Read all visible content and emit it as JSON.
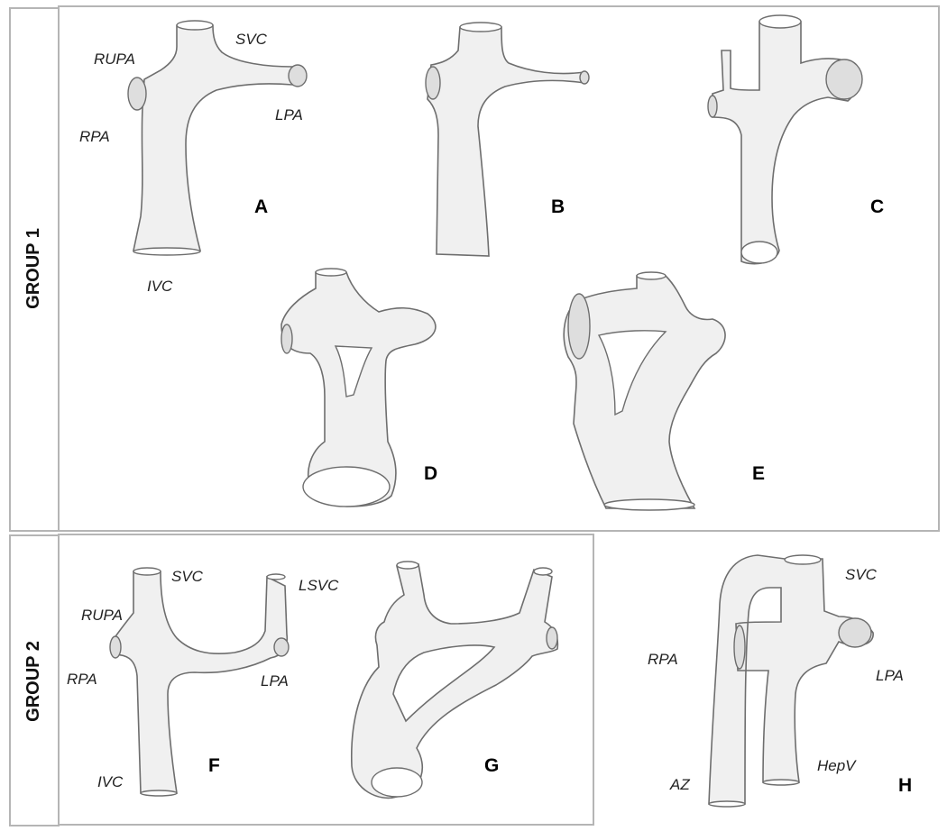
{
  "groups": [
    {
      "label": "GROUP 1"
    },
    {
      "label": "GROUP 2"
    }
  ],
  "models": [
    {
      "letter": "A",
      "vessel_labels": [
        "SVC",
        "RUPA",
        "RPA",
        "LPA",
        "IVC"
      ]
    },
    {
      "letter": "B",
      "vessel_labels": []
    },
    {
      "letter": "C",
      "vessel_labels": []
    },
    {
      "letter": "D",
      "vessel_labels": []
    },
    {
      "letter": "E",
      "vessel_labels": []
    },
    {
      "letter": "F",
      "vessel_labels": [
        "SVC",
        "LSVC",
        "RUPA",
        "RPA",
        "LPA",
        "IVC"
      ]
    },
    {
      "letter": "G",
      "vessel_labels": []
    },
    {
      "letter": "H",
      "vessel_labels": [
        "SVC",
        "RPA",
        "LPA",
        "HepV",
        "AZ"
      ]
    }
  ],
  "colors": {
    "frame": "#b5b5b5",
    "vessel_fill": "#f0f0f0",
    "vessel_edge": "#6e6e6e"
  }
}
